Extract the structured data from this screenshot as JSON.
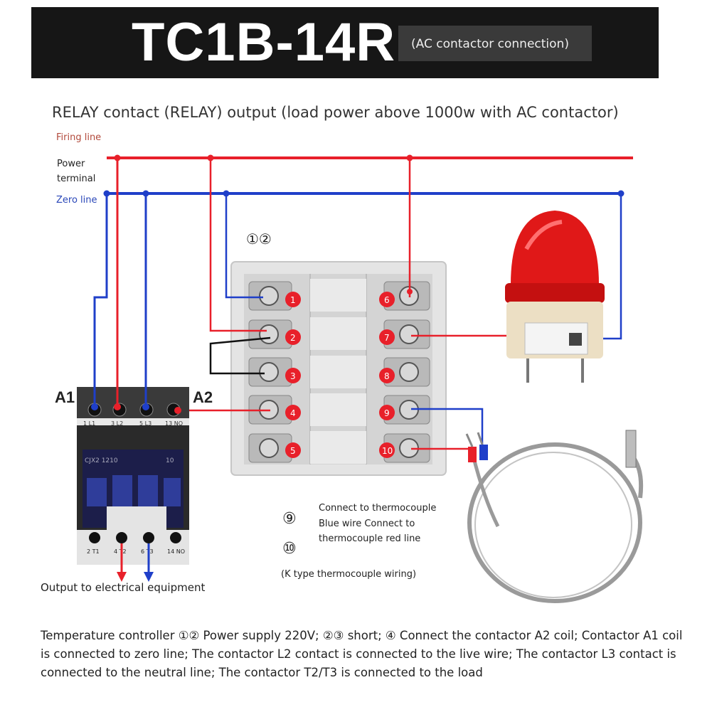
{
  "header": {
    "model": "TC1B-14R",
    "subtitle": "(AC contactor connection)"
  },
  "relay_title": "RELAY contact (RELAY) output (load power above 1000w with AC contactor)",
  "lines": {
    "firing": "Firing line",
    "power": "Power terminal",
    "zero": "Zero line"
  },
  "markers": {
    "power_pins": "①②",
    "pin9": "⑨",
    "pin10": "⑩"
  },
  "terminals_left": [
    "1",
    "2",
    "3",
    "4",
    "5"
  ],
  "terminals_right": [
    "6",
    "7",
    "8",
    "9",
    "10"
  ],
  "contactor": {
    "a1": "A1",
    "a2": "A2",
    "top_labels": [
      "1 L1",
      "3 L2",
      "5 L3",
      "13 NO"
    ],
    "bottom_labels": [
      "2 T1",
      "4 T2",
      "6 T3",
      "14 NO"
    ],
    "model": "CJX2 1210",
    "rating": "10"
  },
  "thermocouple_note": "Connect to thermocouple Blue wire Connect to thermocouple red line",
  "thermocouple_type": "(K type thermocouple wiring)",
  "output_label": "Output to electrical equipment",
  "description": "Temperature controller ①② Power supply 220V; ②③ short; ④ Connect the contactor A2 coil; Contactor A1 coil is connected to zero line; The contactor L2 contact is connected to the live wire; The contactor L3 contact is connected to the neutral line; The contactor T2/T3 is connected to the load",
  "colors": {
    "live": "#e8202a",
    "neutral": "#1f3fc9",
    "header_bg": "#161616",
    "lamp": "#e01818"
  }
}
